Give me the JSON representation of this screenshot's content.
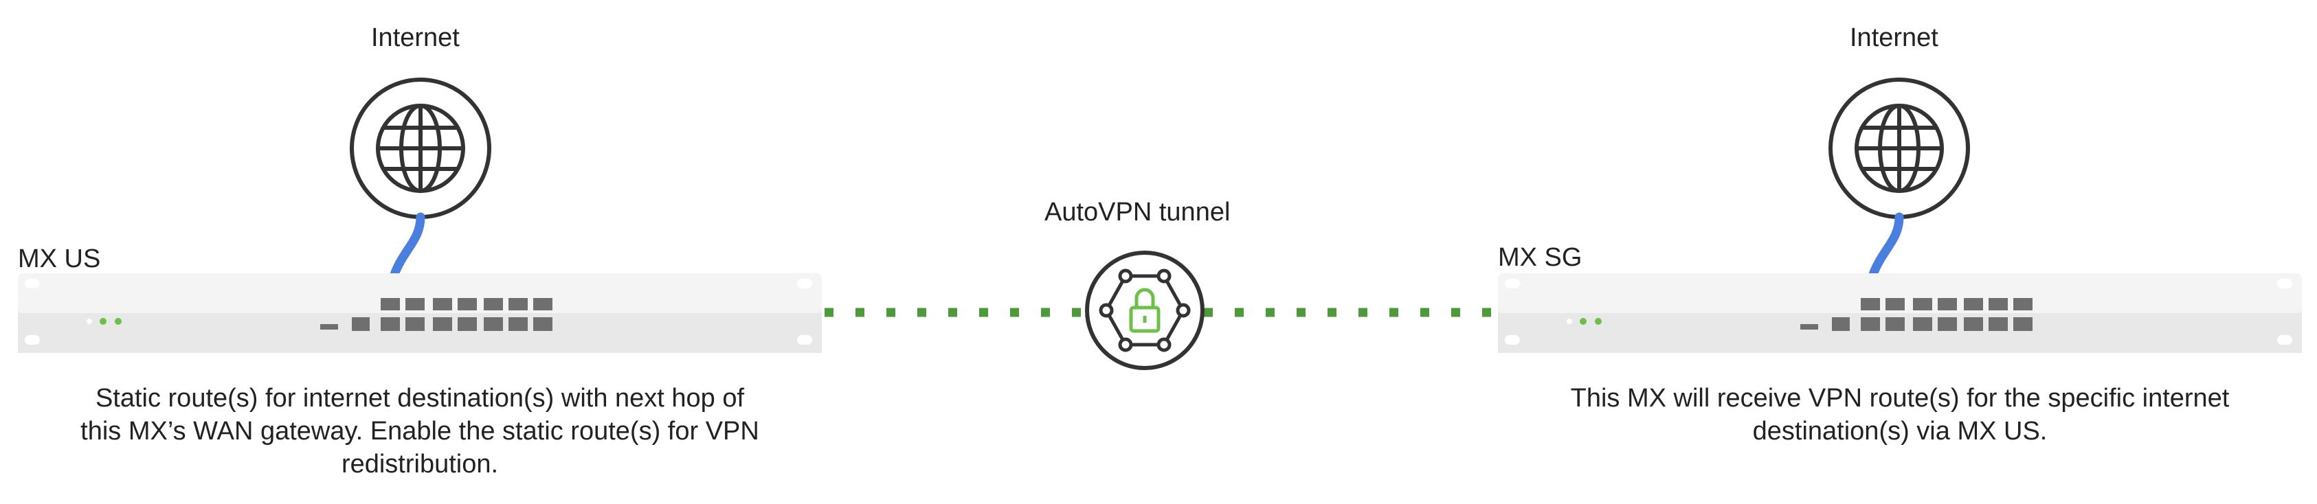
{
  "left": {
    "internet_label": "Internet",
    "device_label": "MX US",
    "caption_lines": [
      "Static route(s) for internet destination(s) with next hop of",
      "this MX’s WAN gateway. Enable the static route(s) for VPN",
      "redistribution."
    ]
  },
  "right": {
    "internet_label": "Internet",
    "device_label": "MX SG",
    "caption_lines": [
      "This MX will receive VPN route(s) for the specific internet",
      "destination(s) via MX US."
    ]
  },
  "tunnel": {
    "label": "AutoVPN tunnel"
  },
  "icons": {
    "globe": "globe-icon",
    "lock": "padlock-icon",
    "tunnel_badge": "hexagon-network-icon"
  },
  "colors": {
    "cable": "#4A7FE0",
    "tunnel_dots": "#4E9A3A",
    "status_led": "#6CC04A",
    "port": "#6F6F6F",
    "chassis": "#EDEDED",
    "outline": "#333333"
  }
}
